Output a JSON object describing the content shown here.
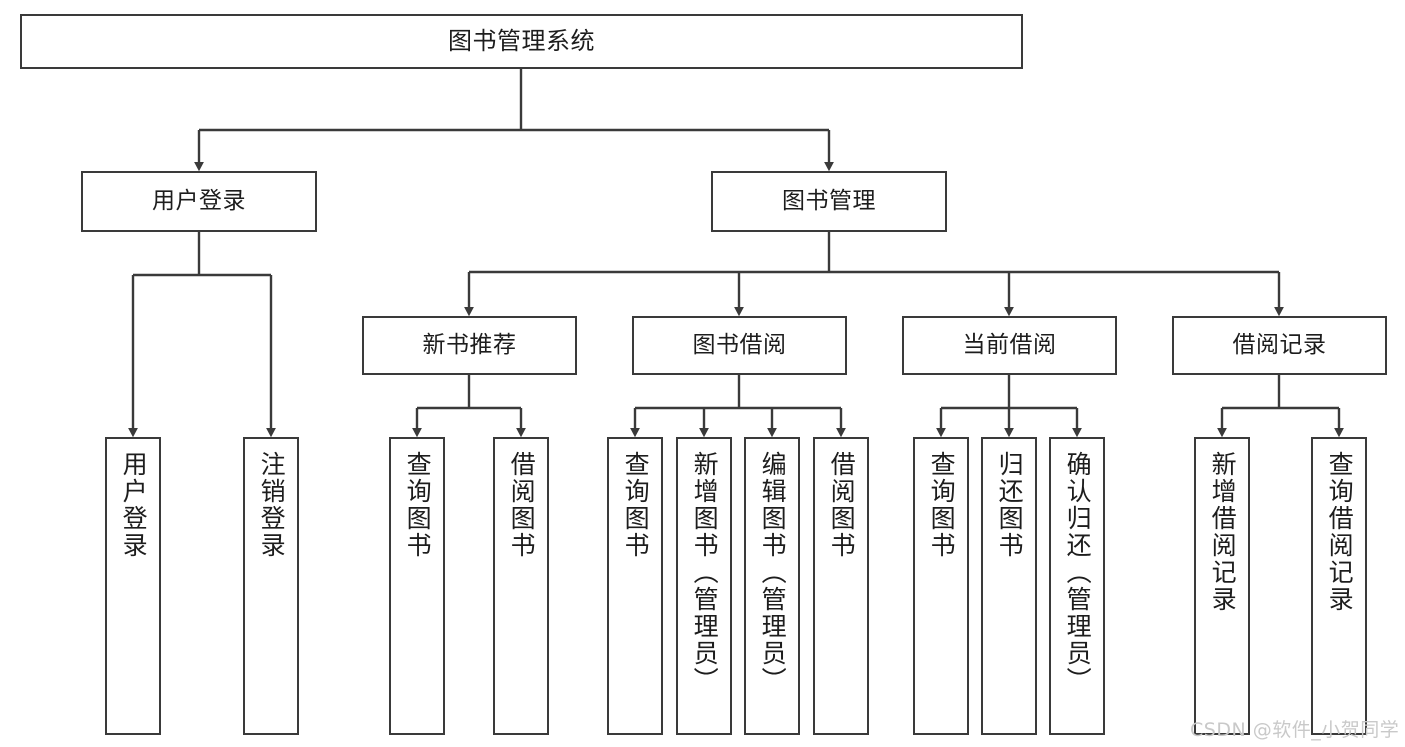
{
  "diagram": {
    "title": "图书管理系统",
    "type": "tree-hierarchy-diagram",
    "colors": {
      "box_border": "#3a3a3a",
      "box_fill": "#ffffff",
      "connector": "#3a3a3a",
      "text": "#1d1d1d",
      "watermark": "#c9c9c9",
      "background": "#ffffff"
    },
    "levels": {
      "level1": [
        {
          "id": "root",
          "label": "图书管理系统"
        }
      ],
      "level2": [
        {
          "id": "user-login",
          "label": "用户登录"
        },
        {
          "id": "book-manage",
          "label": "图书管理"
        }
      ],
      "level3": [
        {
          "id": "new-book-rec",
          "label": "新书推荐"
        },
        {
          "id": "book-borrow",
          "label": "图书借阅"
        },
        {
          "id": "current-borrow",
          "label": "当前借阅"
        },
        {
          "id": "borrow-record",
          "label": "借阅记录"
        }
      ],
      "level4": [
        {
          "id": "leaf-user-login",
          "label": "用户登录",
          "parent": "user-login"
        },
        {
          "id": "leaf-logout-login",
          "label": "注销登录",
          "parent": "user-login"
        },
        {
          "id": "leaf-query-book-1",
          "label": "查询图书",
          "parent": "new-book-rec"
        },
        {
          "id": "leaf-borrow-book-1",
          "label": "借阅图书",
          "parent": "new-book-rec"
        },
        {
          "id": "leaf-query-book-2",
          "label": "查询图书",
          "parent": "book-borrow"
        },
        {
          "id": "leaf-add-book",
          "label": "新增图书（管理员）",
          "parent": "book-borrow"
        },
        {
          "id": "leaf-edit-book",
          "label": "编辑图书（管理员）",
          "parent": "book-borrow"
        },
        {
          "id": "leaf-borrow-book-2",
          "label": "借阅图书",
          "parent": "book-borrow"
        },
        {
          "id": "leaf-query-book-3",
          "label": "查询图书",
          "parent": "current-borrow"
        },
        {
          "id": "leaf-return-book",
          "label": "归还图书",
          "parent": "current-borrow"
        },
        {
          "id": "leaf-confirm-return",
          "label": "确认归还（管理员）",
          "parent": "current-borrow"
        },
        {
          "id": "leaf-add-record",
          "label": "新增借阅记录",
          "parent": "borrow-record"
        },
        {
          "id": "leaf-query-record",
          "label": "查询借阅记录",
          "parent": "borrow-record"
        }
      ]
    }
  },
  "watermark": {
    "text": "CSDN @软件_小贺同学"
  }
}
